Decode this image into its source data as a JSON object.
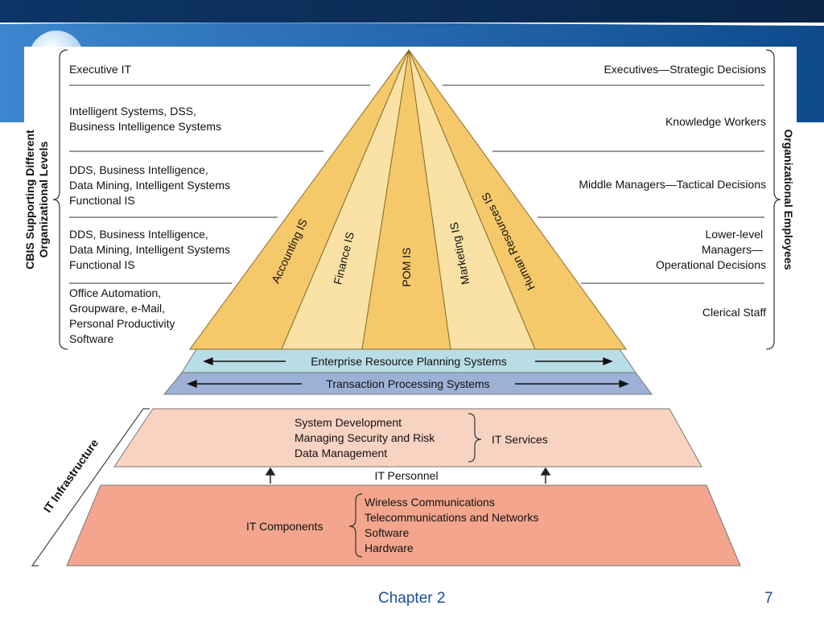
{
  "slide": {
    "footer_chapter": "Chapter 2",
    "page_number": "7",
    "colors": {
      "header_dark": "#0c2d57",
      "header_light": "#2e6fb4",
      "footer_text": "#1f4e9c"
    }
  },
  "diagram": {
    "left_axis_title": [
      "CBIS Supporting Different",
      "Organizational Levels"
    ],
    "right_axis_title": "Organizational Employees",
    "infrastructure_label": "IT Infrastructure",
    "cbis_levels": [
      [
        "Executive IT"
      ],
      [
        "Intelligent Systems, DSS,",
        "Business Intelligence Systems"
      ],
      [
        "DDS, Business Intelligence,",
        "Data Mining, Intelligent Systems",
        "Functional IS"
      ],
      [
        "DDS, Business Intelligence,",
        "Data Mining, Intelligent Systems",
        "Functional IS"
      ],
      [
        "Office Automation,",
        "Groupware, e-Mail,",
        "Personal Productivity",
        "Software"
      ]
    ],
    "employee_levels": [
      [
        "Executives—Strategic Decisions"
      ],
      [
        "Knowledge Workers"
      ],
      [
        "Middle Managers—Tactical Decisions"
      ],
      [
        "Lower-level",
        "Managers—",
        "Operational Decisions"
      ],
      [
        "Clerical Staff"
      ]
    ],
    "functional_areas": [
      "Accounting IS",
      "Finance IS",
      "POM IS",
      "Marketing IS",
      "Human Resources IS"
    ],
    "erp_label": "Enterprise Resource Planning Systems",
    "tps_label": "Transaction Processing Systems",
    "it_services": {
      "items": [
        "System Development",
        "Managing Security and Risk",
        "Data Management"
      ],
      "label": "IT Services"
    },
    "it_personnel_label": "IT Personnel",
    "it_components": {
      "label": "IT Components",
      "items": [
        "Wireless Communications",
        "Telecommunications and Networks",
        "Software",
        "Hardware"
      ]
    },
    "colors": {
      "pyramid_dark": "#f5c96a",
      "pyramid_light": "#fae2a6",
      "erp_band": "#b9dde6",
      "tps_band": "#9db1d6",
      "it_services_fill": "#f9d3c2",
      "it_components_fill": "#f3a58e"
    }
  }
}
